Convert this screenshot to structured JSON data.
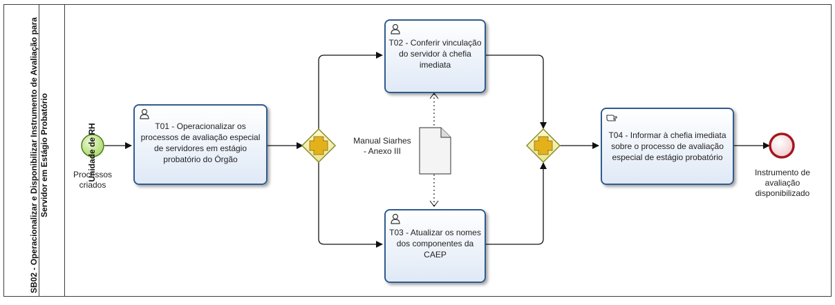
{
  "pool": {
    "title": "SB02 - Operacionalizar e Disponibilizar Instrumento de Avaliação para Servidor em Estágio Probatório"
  },
  "lane": {
    "title": "Unidade de RH"
  },
  "start_event": {
    "label": "Processos criados",
    "color": "#b9e27a"
  },
  "end_event": {
    "label": "Instrumento de avaliação disponibilizado",
    "color": "#d9343a"
  },
  "tasks": [
    {
      "id": "T01",
      "label": "T01 - Operacionalizar os processos de avaliação especial de servidores em estágio probatório do Órgão",
      "icon": "user-task-icon"
    },
    {
      "id": "T02",
      "label": "T02 - Conferir vinculação do servidor à chefia imediata",
      "icon": "user-task-icon"
    },
    {
      "id": "T03",
      "label": "T03 - Atualizar os nomes dos componentes da CAEP",
      "icon": "user-task-icon"
    },
    {
      "id": "T04",
      "label": "T04 - Informar à chefia imediata sobre o processo de avaliação especial de estágio probatório",
      "icon": "manual-task-icon"
    }
  ],
  "gateways": [
    {
      "id": "split",
      "type": "parallel-gateway",
      "color": "#f2ef9a"
    },
    {
      "id": "join",
      "type": "parallel-gateway",
      "color": "#f2ef9a"
    }
  ],
  "data_object": {
    "label": "Manual Siarhes - Anexo III"
  },
  "colors": {
    "task_border": "#2f5b8e",
    "flow_line": "#111111",
    "gateway_border": "#8a8a2a"
  }
}
